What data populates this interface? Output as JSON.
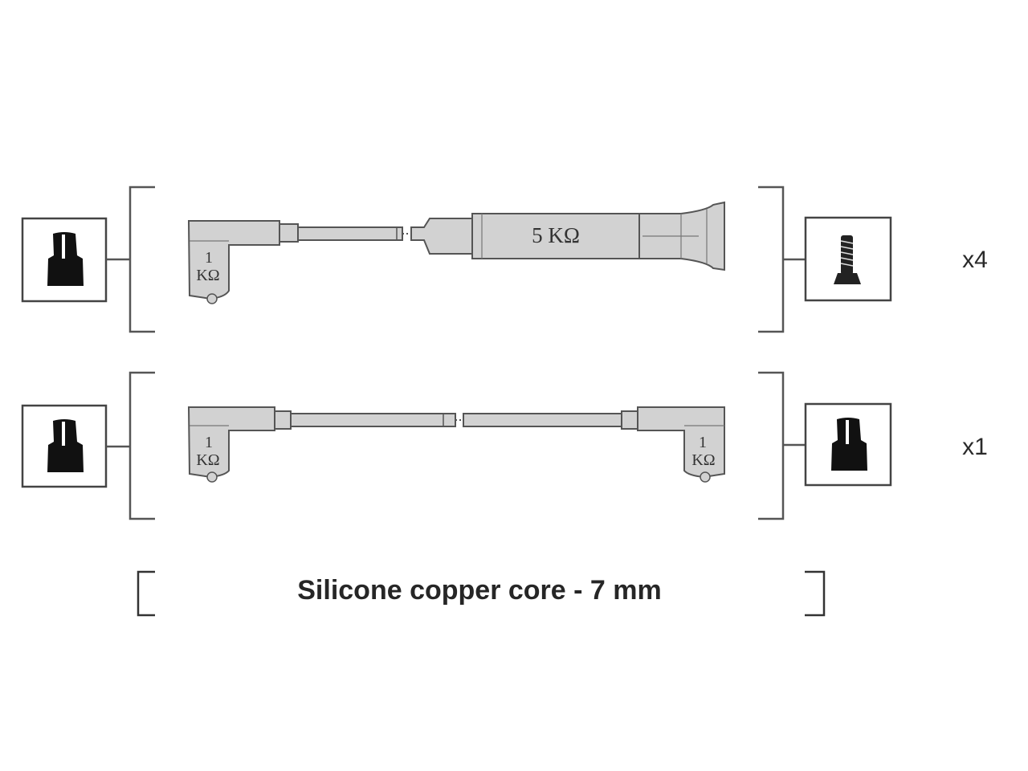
{
  "sets": [
    {
      "quantity": "x4",
      "left_terminal": "spark-plug-boot",
      "right_terminal": "screw-terminal",
      "left_boot_resistor": {
        "line1": "1",
        "line2": "KΩ"
      },
      "inline_resistor": "5 KΩ"
    },
    {
      "quantity": "x1",
      "left_terminal": "spark-plug-boot",
      "right_terminal": "spark-plug-boot",
      "left_boot_resistor": {
        "line1": "1",
        "line2": "KΩ"
      },
      "right_boot_resistor": {
        "line1": "1",
        "line2": "KΩ"
      }
    }
  ],
  "caption": "Silicone copper core - 7 mm",
  "colors": {
    "line": "#555555",
    "cable_fill": "#d2d2d2",
    "icon_fill": "#111111"
  }
}
